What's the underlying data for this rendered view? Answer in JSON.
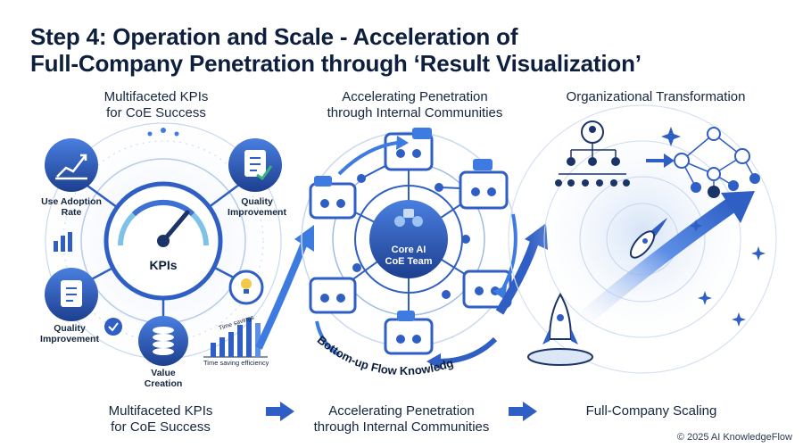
{
  "title": {
    "line1": "Step 4: Operation and Scale - Acceleration of",
    "line2": "Full-Company Penetration through ‘Result Visualization’"
  },
  "columns": [
    {
      "header_l1": "Multifaceted KPIs",
      "header_l2": "for CoE Success"
    },
    {
      "header_l1": "Accelerating Penetration",
      "header_l2": "through Internal Communities"
    },
    {
      "header_l1": "Organizational Transformation",
      "header_l2": ""
    }
  ],
  "kpi": {
    "center": "KPIs",
    "use_adoption_l1": "Use Adoption",
    "use_adoption_l2": "Rate",
    "quality_top_l1": "Quality",
    "quality_top_l2": "Improvement",
    "quality_bottom_l1": "Quality",
    "quality_bottom_l2": "Improvement",
    "value_l1": "Value",
    "value_l2": "Creation",
    "time_savings": "Time savings",
    "time_saving_efficiency": "Time saving efficiency"
  },
  "community": {
    "core_l1": "Core AI",
    "core_l2": "CoE Team",
    "flow": "Bottom-up Flow Knowledge"
  },
  "footer": {
    "a_l1": "Multifaceted KPIs",
    "a_l2": "for CoE Success",
    "b_l1": "Accelerating Penetration",
    "b_l2": "through Internal Communities",
    "c": "Full-Company Scaling"
  },
  "copyright": "© 2025 AI KnowledgeFlow",
  "colors": {
    "navy": "#0d1f3c",
    "blue": "#2f5fc4",
    "light": "#dbe7f7",
    "accent": "#3d7be0"
  }
}
